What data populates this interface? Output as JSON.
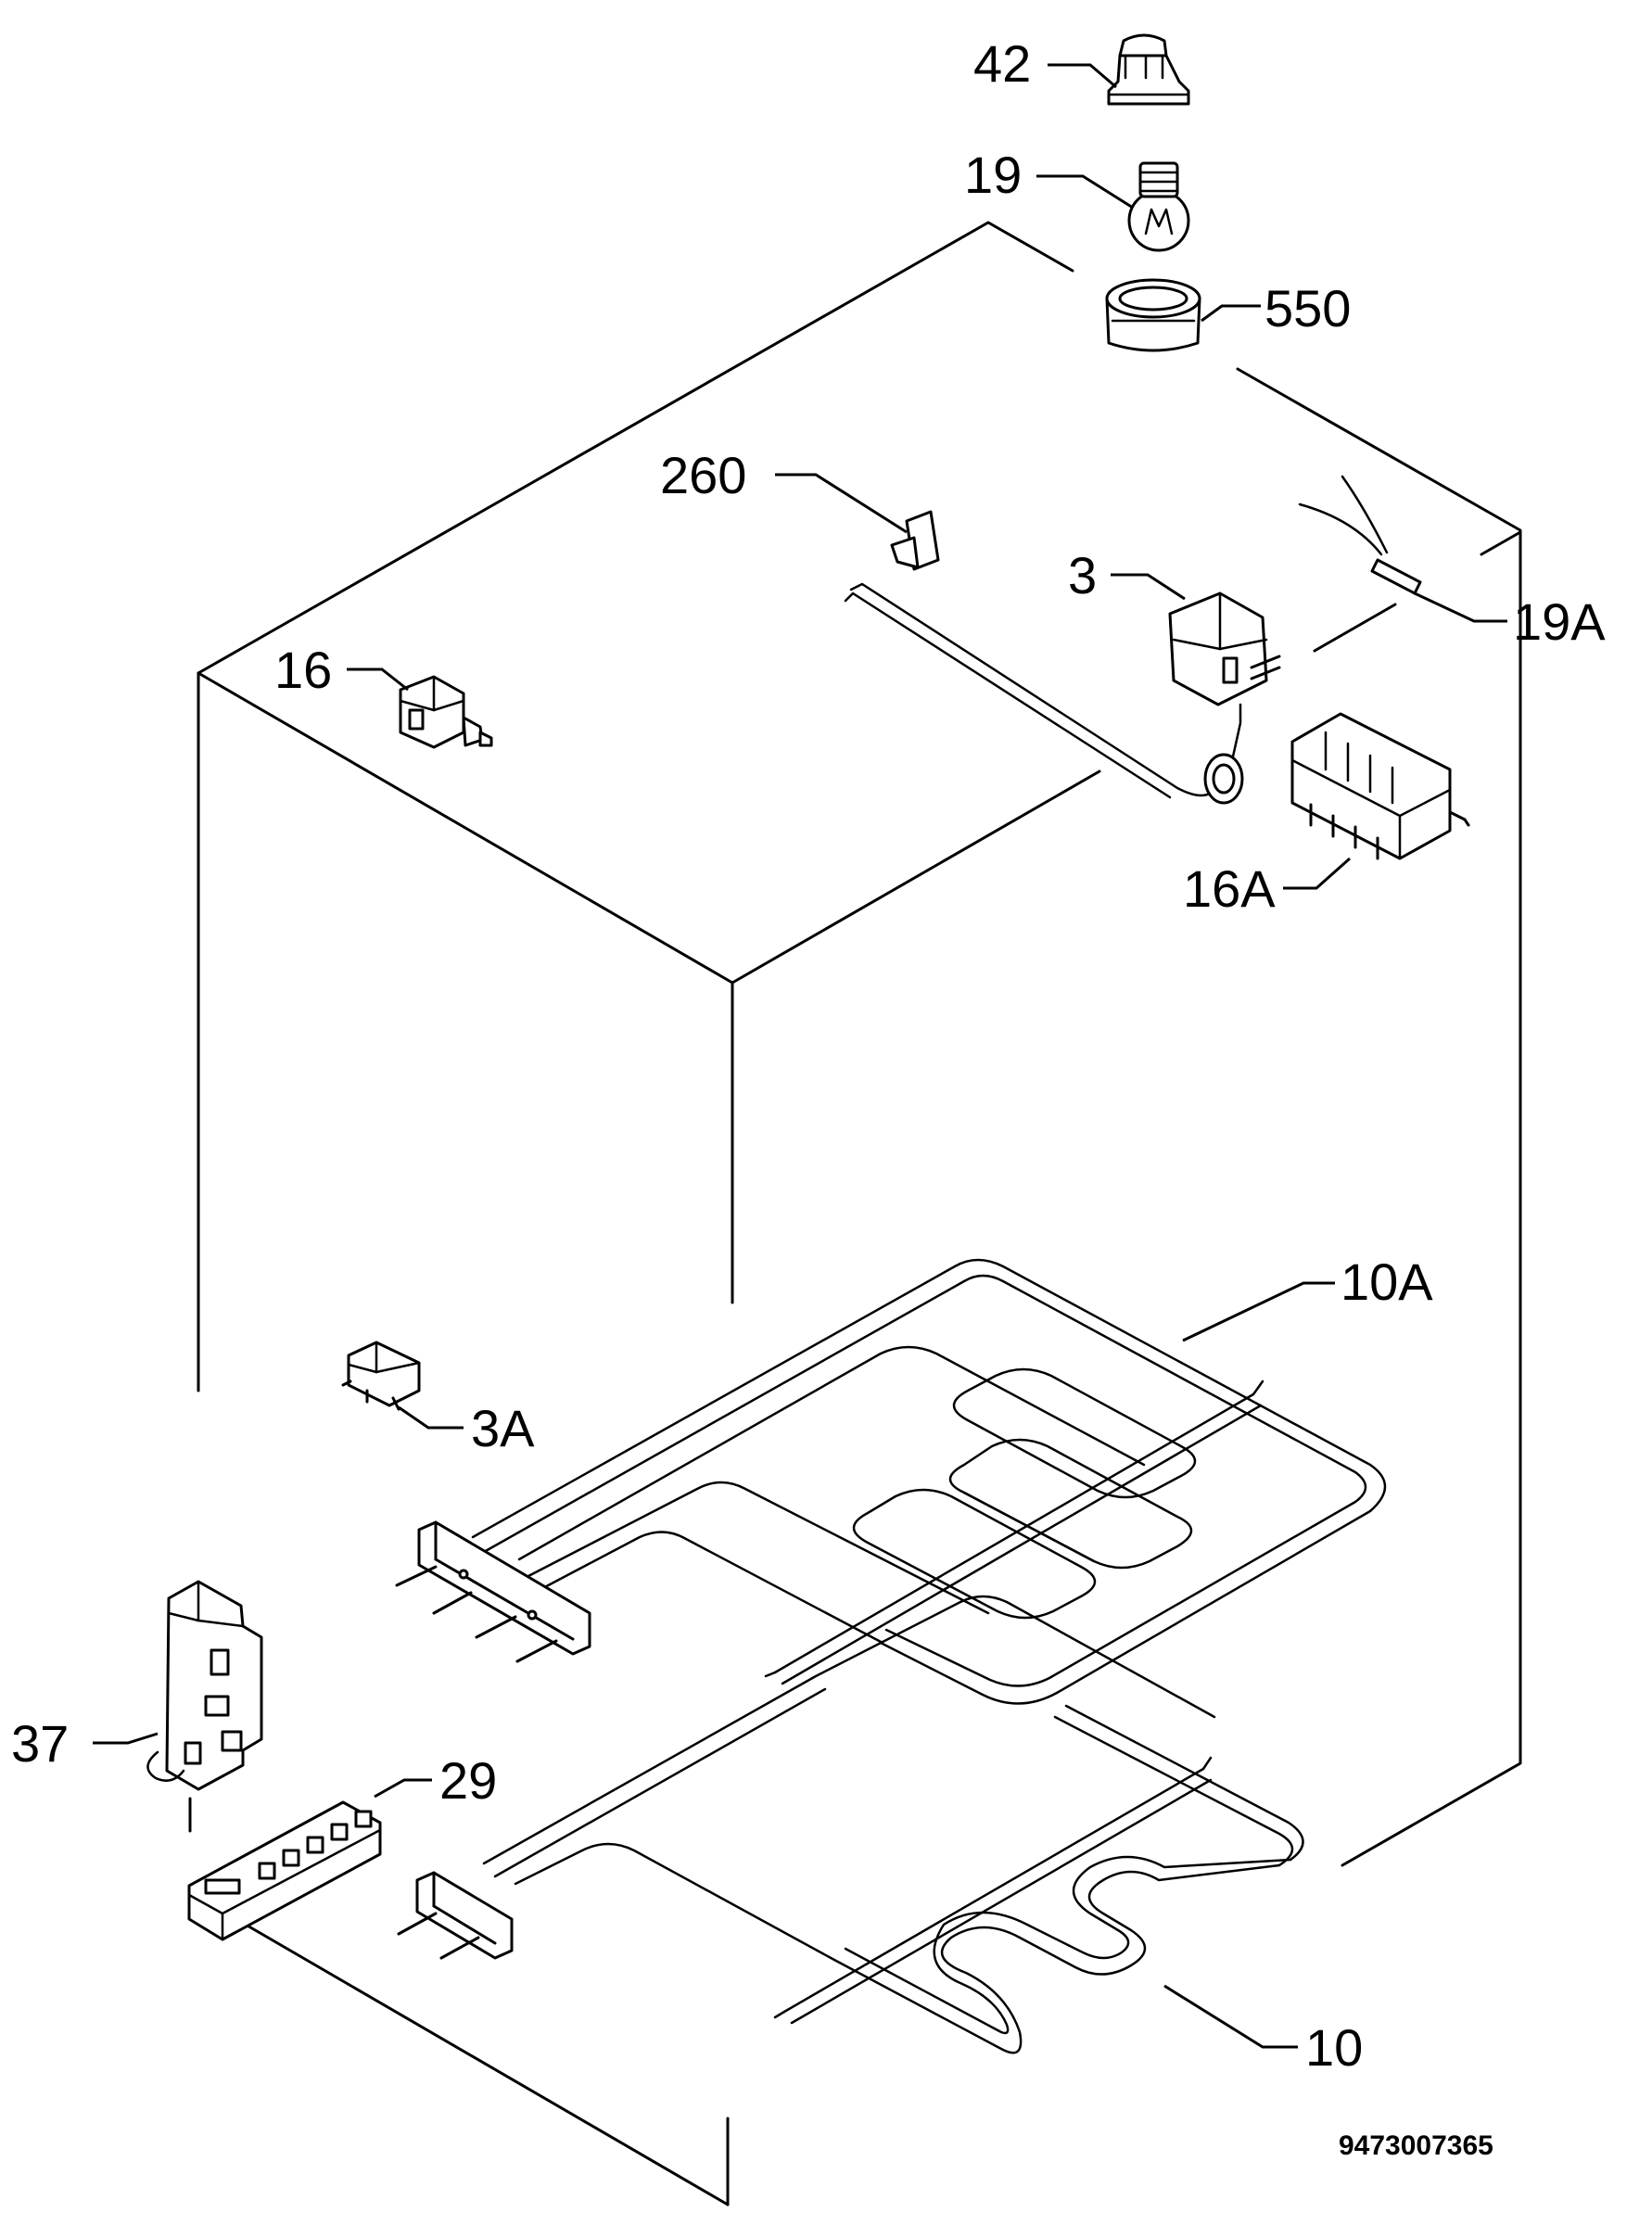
{
  "diagram": {
    "doc_number": "9473007365",
    "callouts": {
      "c42": "42",
      "c19": "19",
      "c550": "550",
      "c260": "260",
      "c3": "3",
      "c19A": "19A",
      "c16": "16",
      "c16A": "16A",
      "c10A": "10A",
      "c3A": "3A",
      "c37": "37",
      "c29": "29",
      "c10": "10"
    }
  }
}
